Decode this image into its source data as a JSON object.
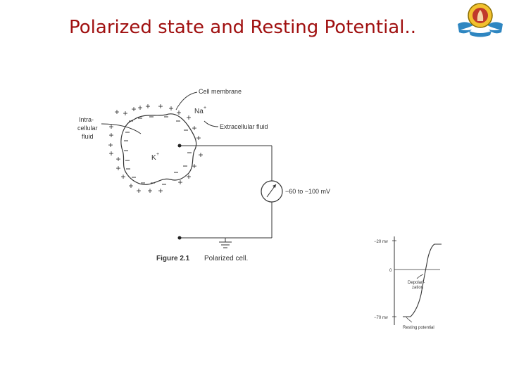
{
  "slide": {
    "title": "Polarized state and Resting Potential.."
  },
  "figure_cell": {
    "label_cell_membrane": "Cell membrane",
    "label_intracellular_1": "Intra-",
    "label_intracellular_2": "cellular",
    "label_intracellular_3": "fluid",
    "label_extracellular": "Extracellular fluid",
    "ion_na": "Na",
    "ion_k": "K",
    "ion_charge": "+",
    "meter_reading": "−60 to −100 mV",
    "caption_number": "Figure  2.1",
    "caption_text": "Polarized  cell."
  },
  "figure_graph": {
    "tick_top": "−20  mv",
    "tick_zero": "0",
    "tick_bottom": "−70  mv",
    "label_depolarization_1": "Depolari-",
    "label_depolarization_2": "zation",
    "label_resting": "Resting potential"
  },
  "colors": {
    "title": "#a01010",
    "line": "#333333",
    "logo_red": "#c0392b",
    "logo_blue": "#2e86c1"
  }
}
